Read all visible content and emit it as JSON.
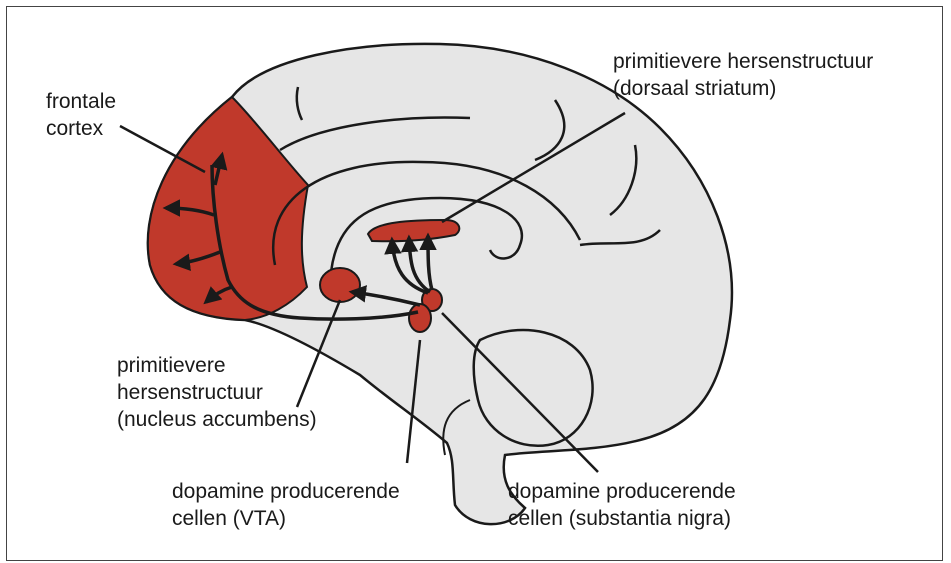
{
  "colors": {
    "brain_fill": "#e6e6e6",
    "region_fill": "#c0392b",
    "outline": "#1a1a1a"
  },
  "labels": {
    "frontal_cortex": [
      "frontale",
      "cortex"
    ],
    "dorsal_striatum": [
      "primitievere hersenstructuur",
      "(dorsaal striatum)"
    ],
    "nucleus_accumbens": [
      "primitievere",
      "hersenstructuur",
      "(nucleus accumbens)"
    ],
    "vta": [
      "dopamine producerende",
      "cellen (VTA)"
    ],
    "substantia_nigra": [
      "dopamine producerende",
      "cellen (substantia nigra)"
    ]
  }
}
